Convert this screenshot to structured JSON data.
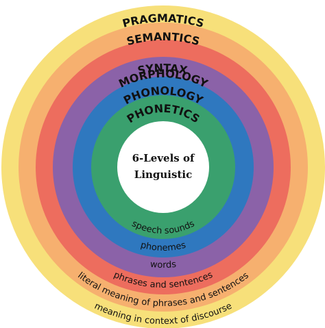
{
  "center": {
    "line1": "6-Levels of",
    "line2": "Linguistic"
  },
  "rings": [
    {
      "level": "pragmatics",
      "color": "#f7e07a",
      "title": "PRAGMATICS",
      "description": "meaning in context of discourse"
    },
    {
      "level": "semantics",
      "color": "#f6b06f",
      "title": "SEMANTICS",
      "description": "literal meaning of phrases and sentences"
    },
    {
      "level": "syntax",
      "color": "#ed6d5e",
      "title": "SYNTAX",
      "description": "phrases and sentences"
    },
    {
      "level": "morphology",
      "color": "#8b62a8",
      "title": "MORPHOLOGY",
      "description": "words"
    },
    {
      "level": "phonology",
      "color": "#2f78bf",
      "title": "PHONOLOGY",
      "description": "phonemes"
    },
    {
      "level": "phonetics",
      "color": "#3aa06e",
      "title": "PHONETICS",
      "description": "speech sounds"
    }
  ]
}
